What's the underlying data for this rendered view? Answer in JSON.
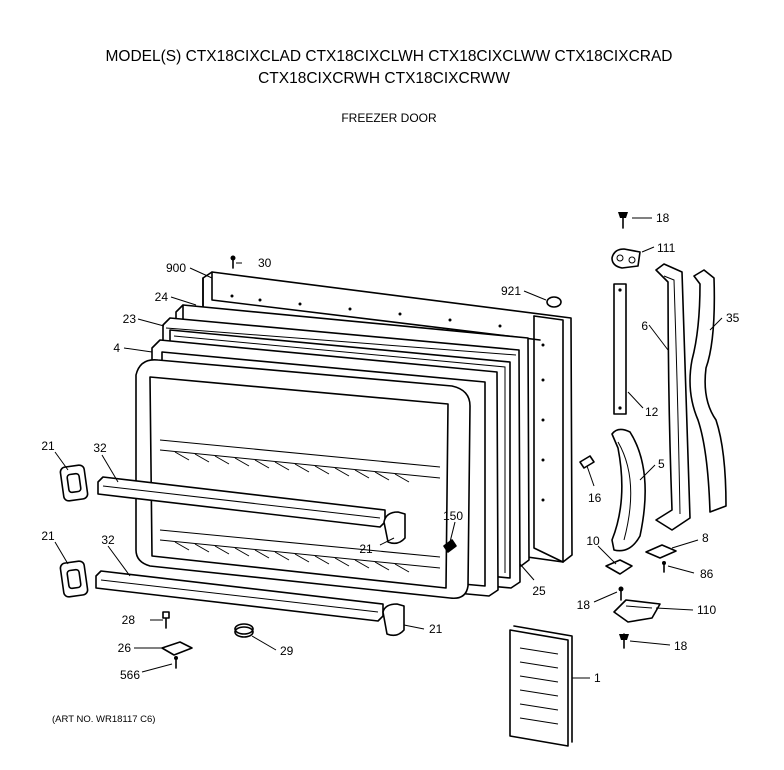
{
  "header": {
    "models_line1": "MODEL(S) CTX18CIXCLAD  CTX18CIXCLWH  CTX18CIXCLWW  CTX18CIXCRAD",
    "models_line2": "CTX18CIXCRWH  CTX18CIXCRWW",
    "section_title": "FREEZER DOOR"
  },
  "footer": {
    "art_number": "(ART NO. WR18117 C6)"
  },
  "callouts": {
    "c900": "900",
    "c30": "30",
    "c24": "24",
    "c23": "23",
    "c4": "4",
    "c921": "921",
    "c18_top": "18",
    "c111": "111",
    "c6": "6",
    "c35": "35",
    "c12": "12",
    "c5": "5",
    "c16": "16",
    "c21_left_top": "21",
    "c32_top": "32",
    "c21_mid": "21",
    "c150": "150",
    "c21_left_bottom": "21",
    "c32_bottom": "32",
    "c25": "25",
    "c10": "10",
    "c8": "8",
    "c86": "86",
    "c18_mid": "18",
    "c110": "110",
    "c18_bottom": "18",
    "c28": "28",
    "c26": "26",
    "c29": "29",
    "c21_bottom": "21",
    "c566": "566",
    "c1": "1"
  }
}
